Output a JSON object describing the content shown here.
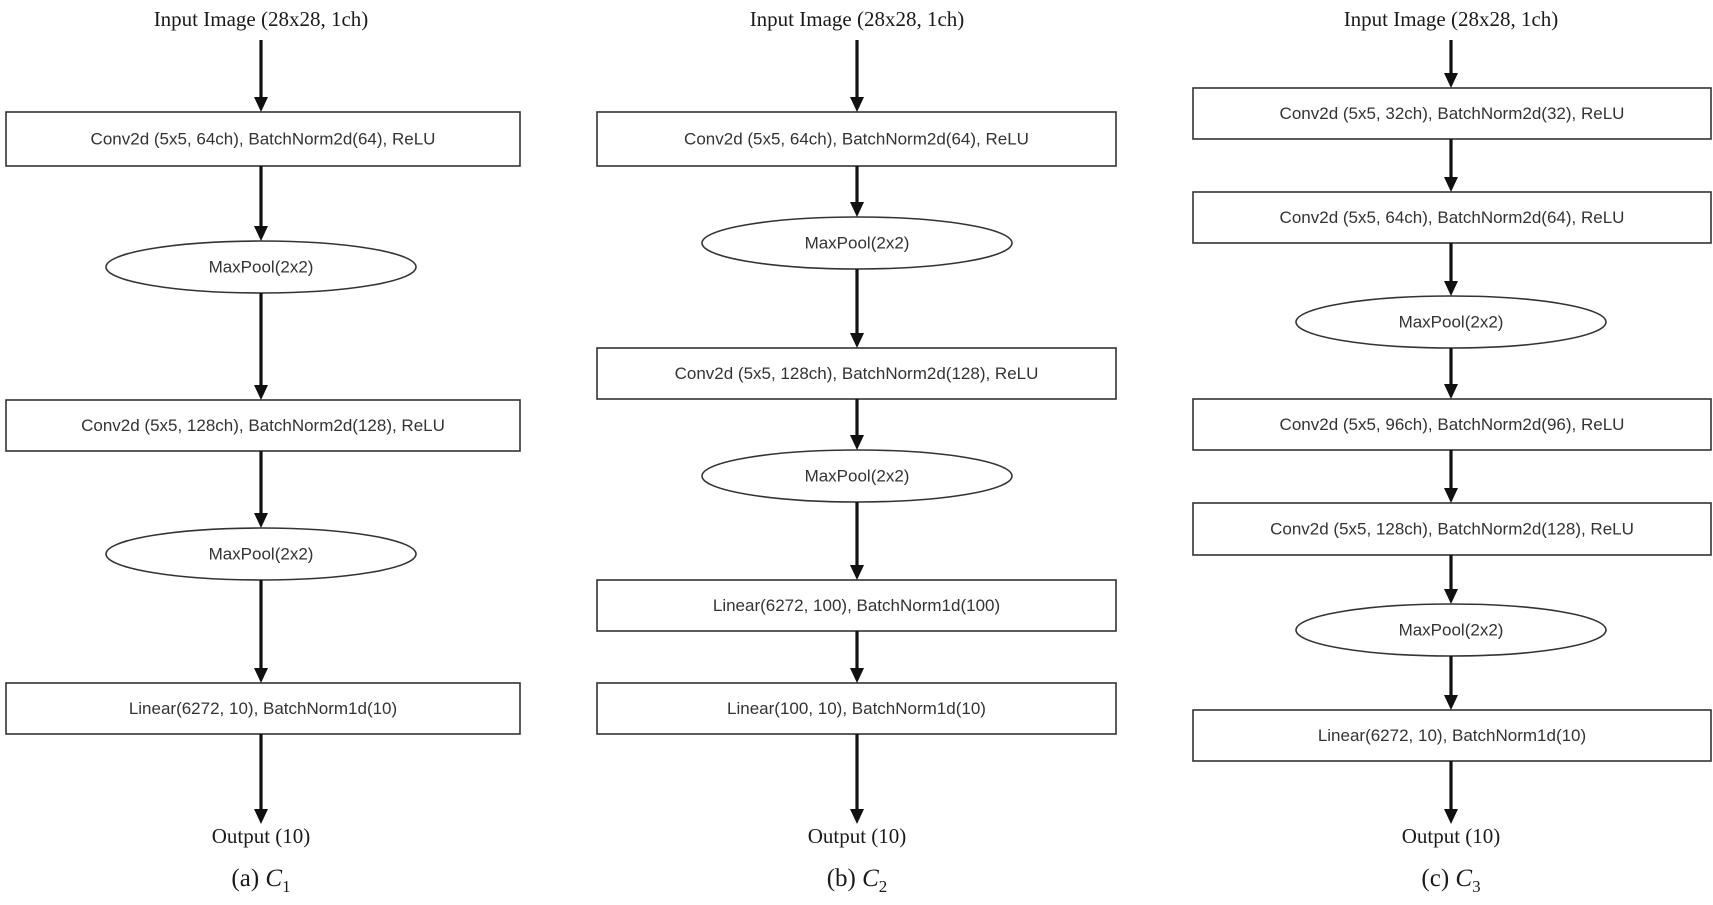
{
  "diagrams": [
    {
      "id": "c1",
      "caption_prefix": "(a) ",
      "caption_symbol": "C",
      "caption_sub": "1",
      "input_label": "Input Image (28x28, 1ch)",
      "output_label": "Output (10)",
      "layers": [
        {
          "kind": "rect",
          "label": "Conv2d (5x5, 64ch), BatchNorm2d(64), ReLU"
        },
        {
          "kind": "ellipse",
          "label": "MaxPool(2x2)"
        },
        {
          "kind": "rect",
          "label": "Conv2d (5x5, 128ch), BatchNorm2d(128), ReLU"
        },
        {
          "kind": "ellipse",
          "label": "MaxPool(2x2)"
        },
        {
          "kind": "rect",
          "label": "Linear(6272, 10), BatchNorm1d(10)"
        }
      ]
    },
    {
      "id": "c2",
      "caption_prefix": "(b) ",
      "caption_symbol": "C",
      "caption_sub": "2",
      "input_label": "Input Image (28x28, 1ch)",
      "output_label": "Output (10)",
      "layers": [
        {
          "kind": "rect",
          "label": "Conv2d (5x5, 64ch), BatchNorm2d(64), ReLU"
        },
        {
          "kind": "ellipse",
          "label": "MaxPool(2x2)"
        },
        {
          "kind": "rect",
          "label": "Conv2d (5x5, 128ch), BatchNorm2d(128), ReLU"
        },
        {
          "kind": "ellipse",
          "label": "MaxPool(2x2)"
        },
        {
          "kind": "rect",
          "label": "Linear(6272, 100), BatchNorm1d(100)"
        },
        {
          "kind": "rect",
          "label": "Linear(100, 10), BatchNorm1d(10)"
        }
      ]
    },
    {
      "id": "c3",
      "caption_prefix": "(c) ",
      "caption_symbol": "C",
      "caption_sub": "3",
      "input_label": "Input Image (28x28, 1ch)",
      "output_label": "Output (10)",
      "layers": [
        {
          "kind": "rect",
          "label": "Conv2d (5x5, 32ch), BatchNorm2d(32), ReLU"
        },
        {
          "kind": "rect",
          "label": "Conv2d (5x5, 64ch), BatchNorm2d(64), ReLU"
        },
        {
          "kind": "ellipse",
          "label": "MaxPool(2x2)"
        },
        {
          "kind": "rect",
          "label": "Conv2d (5x5, 96ch), BatchNorm2d(96), ReLU"
        },
        {
          "kind": "rect",
          "label": "Conv2d (5x5, 128ch), BatchNorm2d(128), ReLU"
        },
        {
          "kind": "ellipse",
          "label": "MaxPool(2x2)"
        },
        {
          "kind": "rect",
          "label": "Linear(6272, 10), BatchNorm1d(10)"
        }
      ]
    }
  ]
}
